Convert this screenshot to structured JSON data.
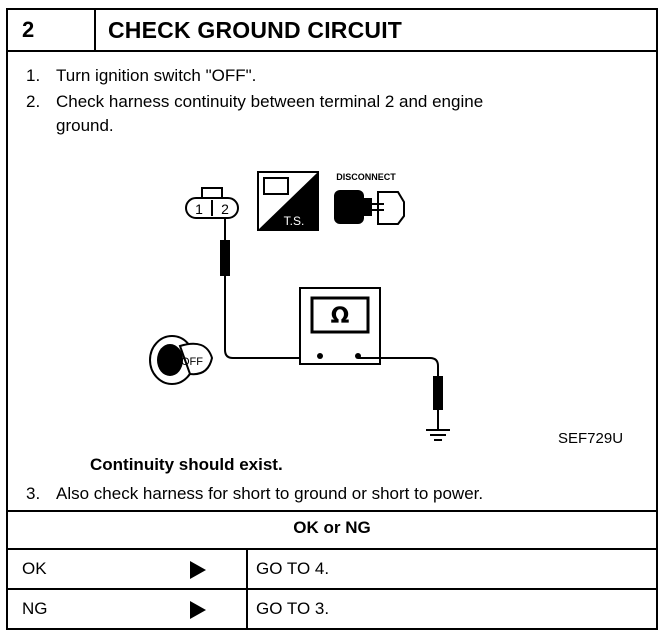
{
  "header": {
    "number": "2",
    "title": "CHECK GROUND CIRCUIT"
  },
  "steps": [
    {
      "num": "1.",
      "text": "Turn ignition switch \"OFF\"."
    },
    {
      "num": "2.",
      "text": "Check harness continuity between terminal 2 and engine",
      "text2": "ground."
    },
    {
      "num": "3.",
      "text": "Also check harness for short to ground or short to power."
    }
  ],
  "illustration": {
    "connector_pins": [
      "1",
      "2"
    ],
    "ts_label": "T.S.",
    "disconnect_label": "DISCONNECT",
    "meter_symbol": "Ω",
    "key_label": "OFF",
    "ref_code": "SEF729U"
  },
  "continuity_note": "Continuity should exist.",
  "decision": {
    "title": "OK or NG",
    "rows": [
      {
        "label": "OK",
        "action": "GO TO 4."
      },
      {
        "label": "NG",
        "action": "GO TO 3."
      }
    ]
  }
}
